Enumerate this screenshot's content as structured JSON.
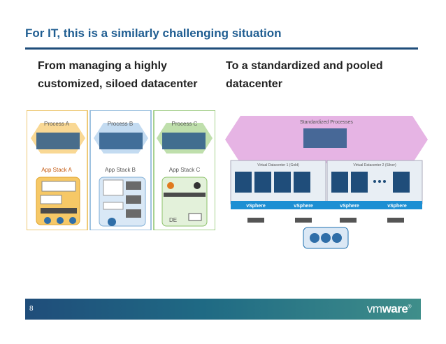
{
  "slide": {
    "title": "For IT, this is a similarly challenging situation",
    "left_heading": "From managing a highly customized, siloed datacenter",
    "right_heading": "To a standardized and pooled datacenter",
    "page_number": "8"
  },
  "left_diagram": {
    "columns": [
      {
        "process": "Process A",
        "stack": "App Stack A",
        "color": "#f6c866"
      },
      {
        "process": "Process B",
        "stack": "App Stack B",
        "color": "#bcd7ef"
      },
      {
        "process": "Process C",
        "stack": "App Stack C",
        "color": "#b8dca3"
      }
    ],
    "label_dev": "DE"
  },
  "right_diagram": {
    "banner": "Standardized Processes",
    "vdc1": "Virtual Datacenter 1 (Gold)",
    "vdc2": "Virtual Datacenter 2 (Silver)",
    "vsphere": [
      "vSphere",
      "vSphere",
      "vSphere",
      "vSphere"
    ],
    "banner_color": "#d78bd3"
  },
  "footer": {
    "logo_vm": "vm",
    "logo_ware": "ware",
    "logo_mark": "®"
  }
}
